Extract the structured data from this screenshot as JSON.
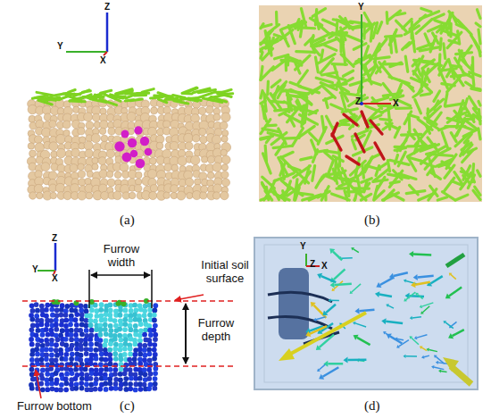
{
  "diagram": {
    "labels": [
      "Z",
      "Y",
      "X",
      "(a)",
      "Y",
      "Z",
      "X",
      "(b)",
      "Z",
      "Y",
      "X",
      "Furrow width",
      "Initial soil surface",
      "Furrow depth",
      "Furrow bottom",
      "(c)",
      "Y",
      "Z",
      "X",
      "(d)"
    ]
  }
}
